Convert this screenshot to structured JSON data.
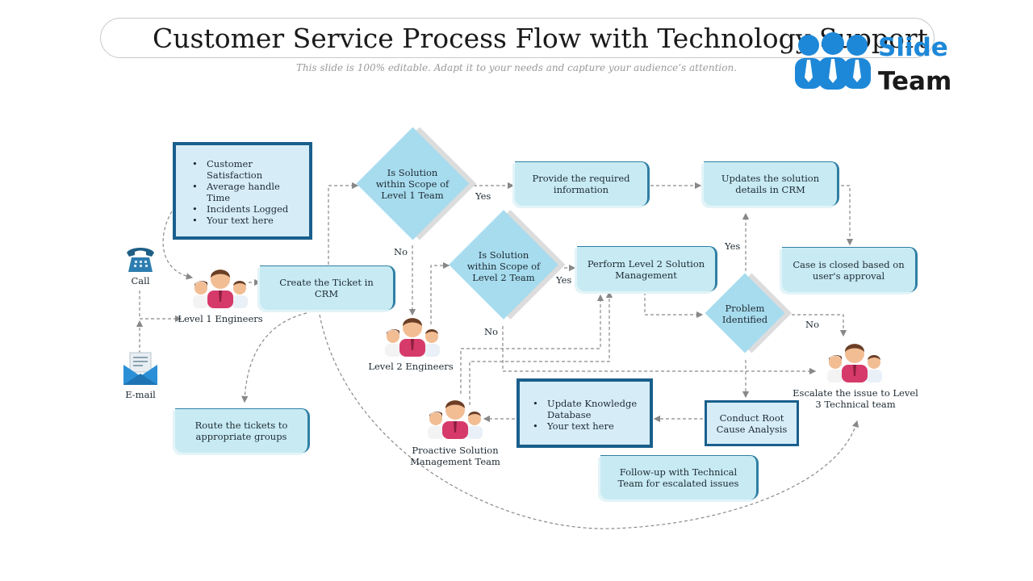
{
  "header": {
    "title": "Customer Service Process Flow with Technology Support",
    "subtitle": "This slide is 100% editable. Adapt it to your needs and capture your audience’s attention."
  },
  "logo": {
    "word1": "Slide",
    "word2": "Team"
  },
  "channels": {
    "call": "Call",
    "email": "E-mail"
  },
  "metrics": [
    "Customer Satisfaction",
    "Average handle Time",
    "Incidents Logged",
    "Your text here"
  ],
  "teams": {
    "level1": "Level 1 Engineers",
    "level2": "Level 2 Engineers",
    "proactive": [
      "Proactive Solution",
      "Management Team"
    ],
    "level3": [
      "Escalate the issue to Level",
      "3 Technical team"
    ]
  },
  "steps": {
    "create_ticket": "Create the Ticket in CRM",
    "route_tickets": [
      "Route the tickets to",
      "appropriate groups"
    ],
    "provide_info": [
      "Provide the required",
      "information"
    ],
    "update_crm": [
      "Updates the solution",
      "details in CRM"
    ],
    "case_closed": [
      "Case is closed  based on",
      "user's approval"
    ],
    "perform_l2": [
      "Perform Level 2 Solution",
      "Management"
    ],
    "root_cause": [
      "Conduct Root",
      "Cause Analysis"
    ],
    "follow_up": [
      "Follow-up with Technical",
      "Team for escalated issues"
    ]
  },
  "knowledge": [
    "Update Knowledge Database",
    "Your text here"
  ],
  "decisions": {
    "scope_l1": [
      "Is Solution",
      "within Scope of",
      "Level 1 Team"
    ],
    "scope_l2": [
      "Is Solution",
      "within Scope of",
      "Level 2 Team"
    ],
    "problem": [
      "Problem",
      "Identified"
    ]
  },
  "edge_labels": {
    "yes": "Yes",
    "no": "No"
  },
  "colors": {
    "box_fill": "#c8ebf3",
    "box_border": "#2f7fa3",
    "diamond_fill": "#a7dcee",
    "list_border": "#1a5f8c",
    "logo_blue": "#1e88d8",
    "shirt": "#d63a6a"
  },
  "icons": [
    "telephone-icon",
    "email-icon",
    "people-group-icon",
    "slideteam-logo-icon"
  ]
}
